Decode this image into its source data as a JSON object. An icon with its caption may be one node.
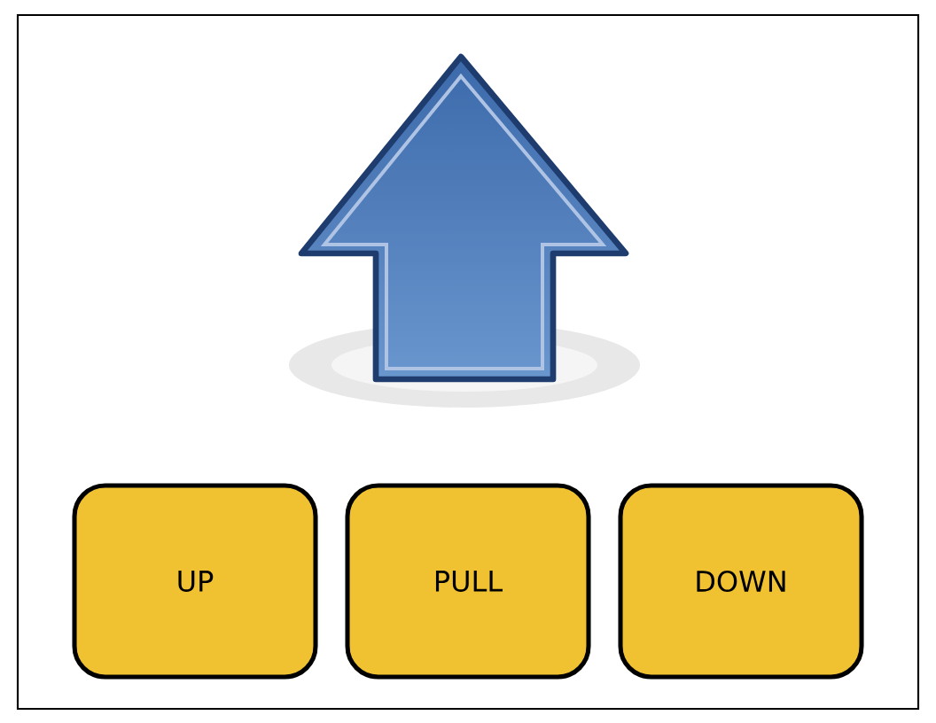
{
  "diagram": {
    "nodes": [
      {
        "text": [
          "UP"
        ]
      },
      {
        "text": [
          "PULL"
        ]
      },
      {
        "text": [
          "DOWN"
        ]
      }
    ]
  }
}
